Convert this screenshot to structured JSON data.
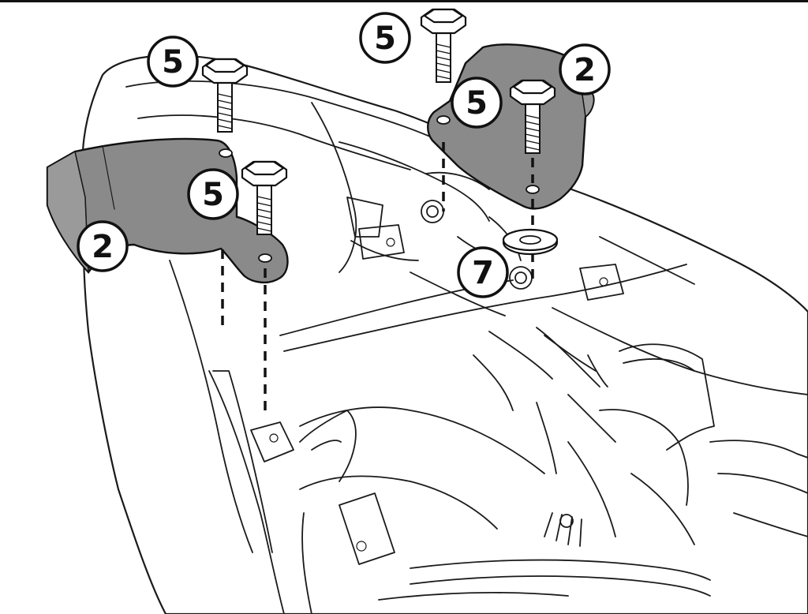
{
  "callouts": [
    {
      "label": "5"
    },
    {
      "label": "5"
    },
    {
      "label": "5"
    },
    {
      "label": "5"
    },
    {
      "label": "2"
    },
    {
      "label": "2"
    },
    {
      "label": "7"
    }
  ],
  "colors": {
    "bracket": "#8a8a8a",
    "linework": "#111111",
    "background": "#ffffff"
  }
}
